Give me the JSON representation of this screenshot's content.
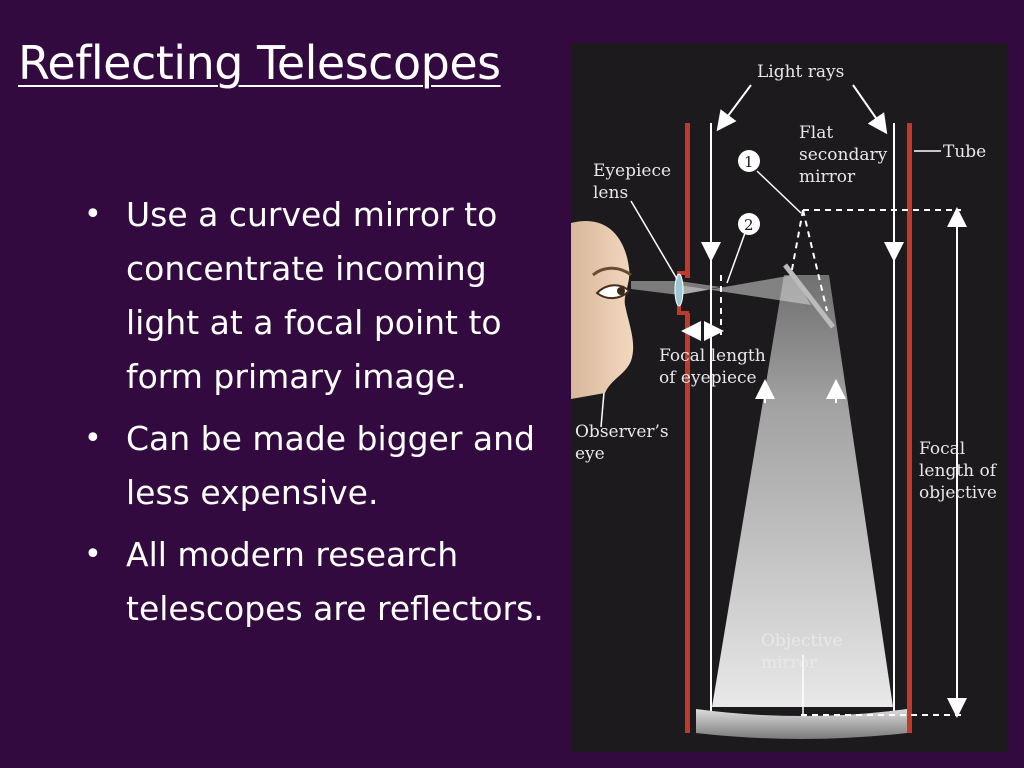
{
  "slide": {
    "title": "Reflecting Telescopes",
    "bullets": [
      "Use a curved mirror to concentrate incoming light at a focal point to form primary image.",
      "Can be made bigger and less expensive.",
      "All modern research telescopes are reflectors."
    ]
  },
  "diagram": {
    "labels": {
      "light_rays": "Light rays",
      "flat_secondary_1": "Flat",
      "flat_secondary_2": "secondary",
      "flat_secondary_3": "mirror",
      "tube": "Tube",
      "eyepiece_lens_1": "Eyepiece",
      "eyepiece_lens_2": "lens",
      "focal_eyepiece_1": "Focal length",
      "focal_eyepiece_2": "of eyepiece",
      "observer_eye_1": "Observer’s",
      "observer_eye_2": "eye",
      "focal_objective_1": "Focal",
      "focal_objective_2": "length of",
      "focal_objective_3": "objective",
      "objective_mirror_1": "Objective",
      "objective_mirror_2": "mirror",
      "marker_1": "1",
      "marker_2": "2"
    }
  },
  "colors": {
    "background": "#330a3f",
    "diagram_background": "#1c1a1c",
    "tube_red": "#c0392b"
  }
}
